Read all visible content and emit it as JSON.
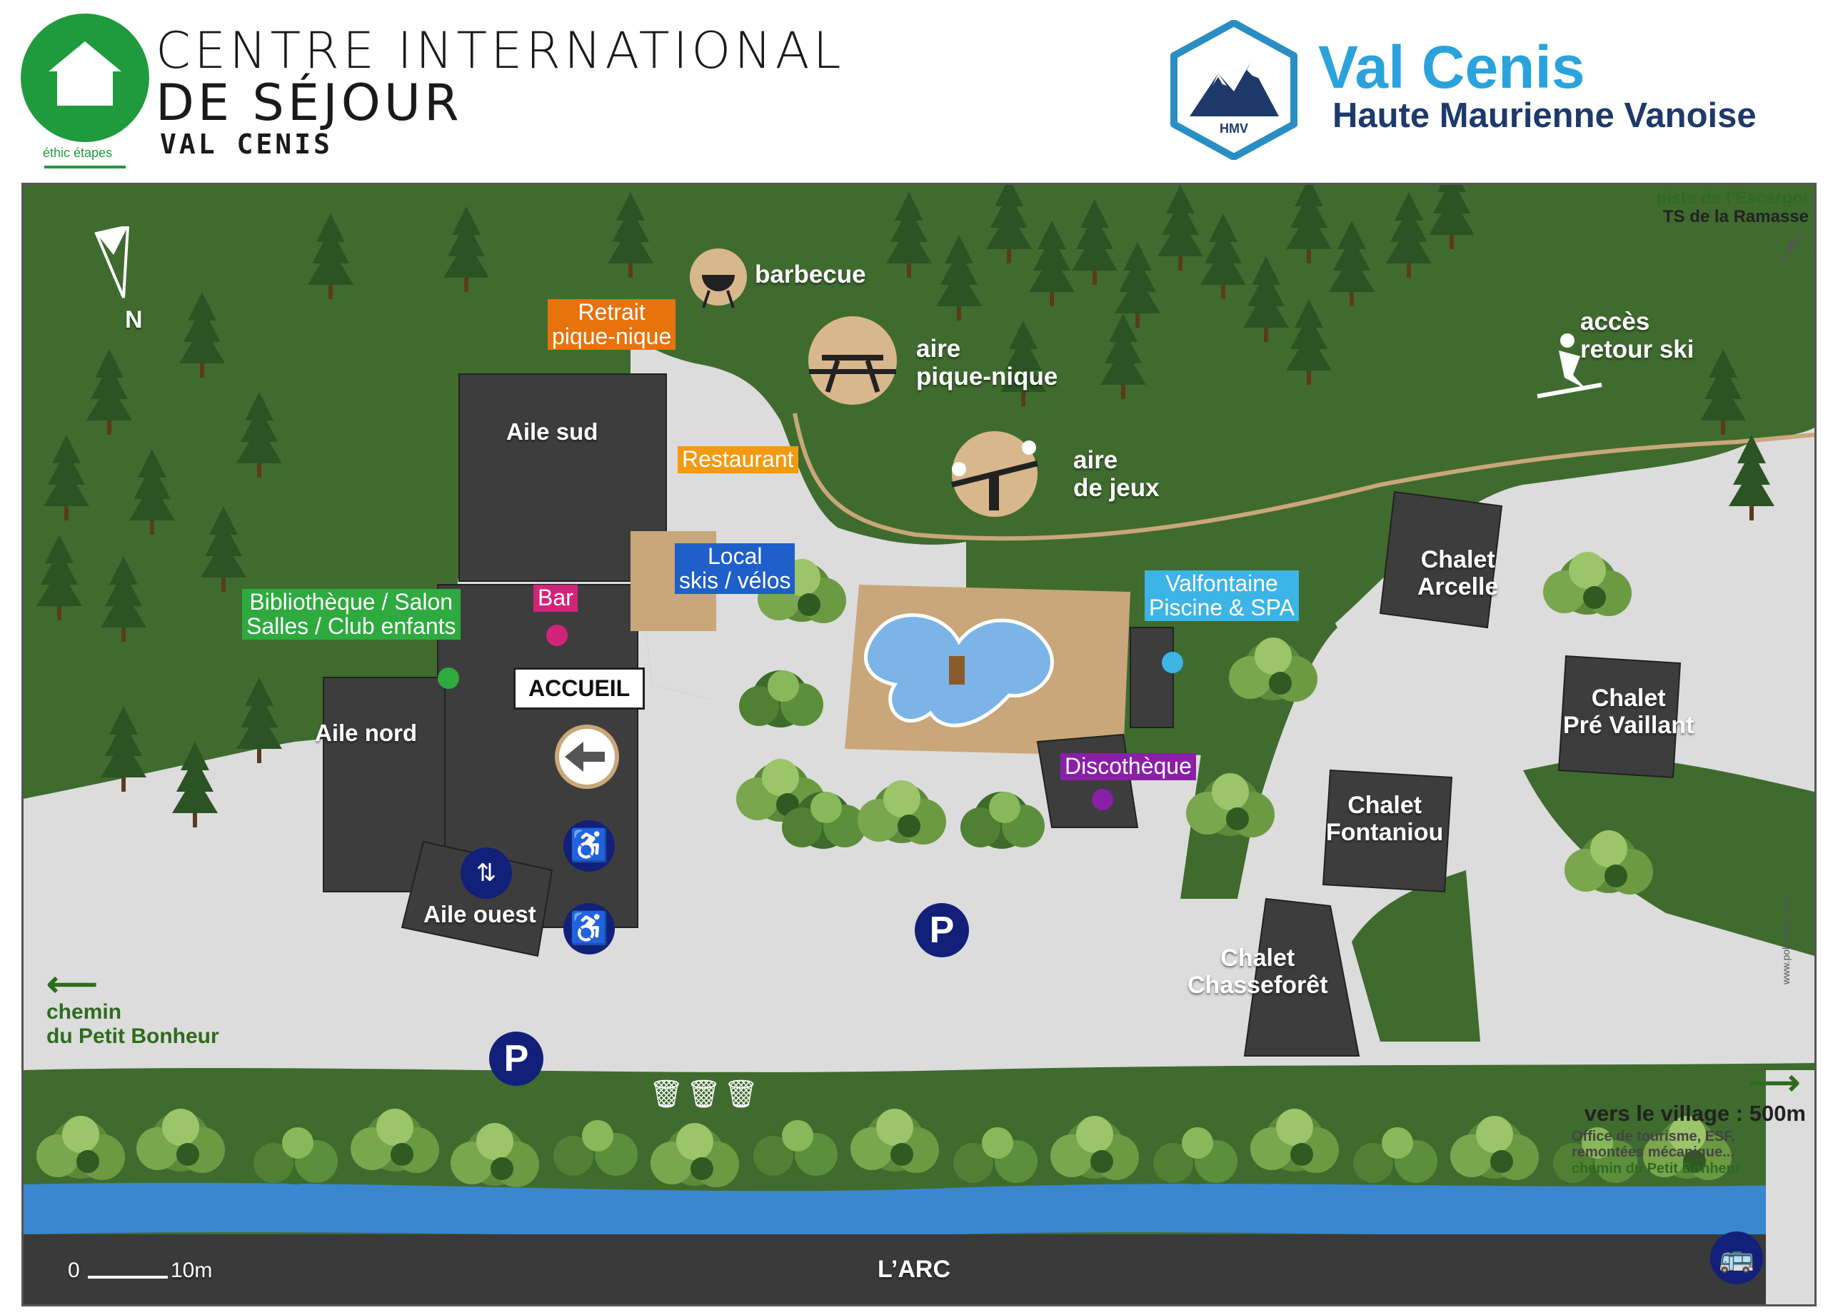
{
  "header": {
    "org_title_line1": "CENTRE INTERNATIONAL",
    "org_title_line2": "DE SÉJOUR",
    "org_subtitle": "VAL CENIS",
    "ethic_logo_text": "éthic étapes",
    "brand_name": "Val Cenis",
    "brand_tagline": "Haute Maurienne Vanoise",
    "brand_badge": "HMV"
  },
  "colors": {
    "forest": "#3f6b2f",
    "path": "#dcdcdc",
    "orange": "#e8720c",
    "restaurant": "#f29a13",
    "blue_tag": "#1f5fc9",
    "cyan_tag": "#3cb4e6",
    "green_tag": "#2eaa3f",
    "pink_tag": "#d2237a",
    "purple_tag": "#8a1fa8",
    "navy_icon": "#12207a",
    "brand_blue": "#2aa3dc",
    "brand_navy": "#1d3a6b",
    "river": "#3a86cf"
  },
  "map": {
    "north": "N",
    "top_right_note_1": "piste de l’Escargot",
    "top_right_note_2": "TS de la Ramasse",
    "labels": {
      "barbecue": "barbecue",
      "picnic_area_1": "aire",
      "picnic_area_2": "pique-nique",
      "playground_1": "aire",
      "playground_2": "de jeux",
      "ski_access_1": "accès",
      "ski_access_2": "retour ski",
      "aile_sud": "Aile sud",
      "aile_nord": "Aile nord",
      "aile_ouest": "Aile ouest",
      "chalet_arcelle_1": "Chalet",
      "chalet_arcelle_2": "Arcelle",
      "chalet_pre_vaillant_1": "Chalet",
      "chalet_pre_vaillant_2": "Pré Vaillant",
      "chalet_fontaniou_1": "Chalet",
      "chalet_fontaniou_2": "Fontaniou",
      "chalet_chasseforet_1": "Chalet",
      "chalet_chasseforet_2": "Chasseforêt",
      "accueil": "ACCUEIL",
      "river": "L’ARC",
      "left_path_1": "chemin",
      "left_path_2": "du Petit Bonheur",
      "village_title": "vers le village : 500m",
      "village_note_1": "Office de tourisme, ESF,",
      "village_note_2": "remontées mécanique...",
      "village_note_3": "chemin du Petit Bonheur",
      "scale_0": "0",
      "scale_10": "10m",
      "credit": "www.polymobyl.com"
    },
    "tags": {
      "retrait_1": "Retrait",
      "retrait_2": "pique-nique",
      "restaurant": "Restaurant",
      "local_1": "Local",
      "local_2": "skis / vélos",
      "bibliotheque_1": "Bibliothèque / Salon",
      "bibliotheque_2": "Salles / Club enfants",
      "bar": "Bar",
      "valfontaine_1": "Valfontaine",
      "valfontaine_2": "Piscine & SPA",
      "discotheque": "Discothèque"
    },
    "icons": {
      "parking": "P",
      "wheelchair": "wheelchair-icon",
      "elevator": "elevator-icon",
      "bus": "bus-icon",
      "bins": "trash-bin-icon"
    }
  }
}
